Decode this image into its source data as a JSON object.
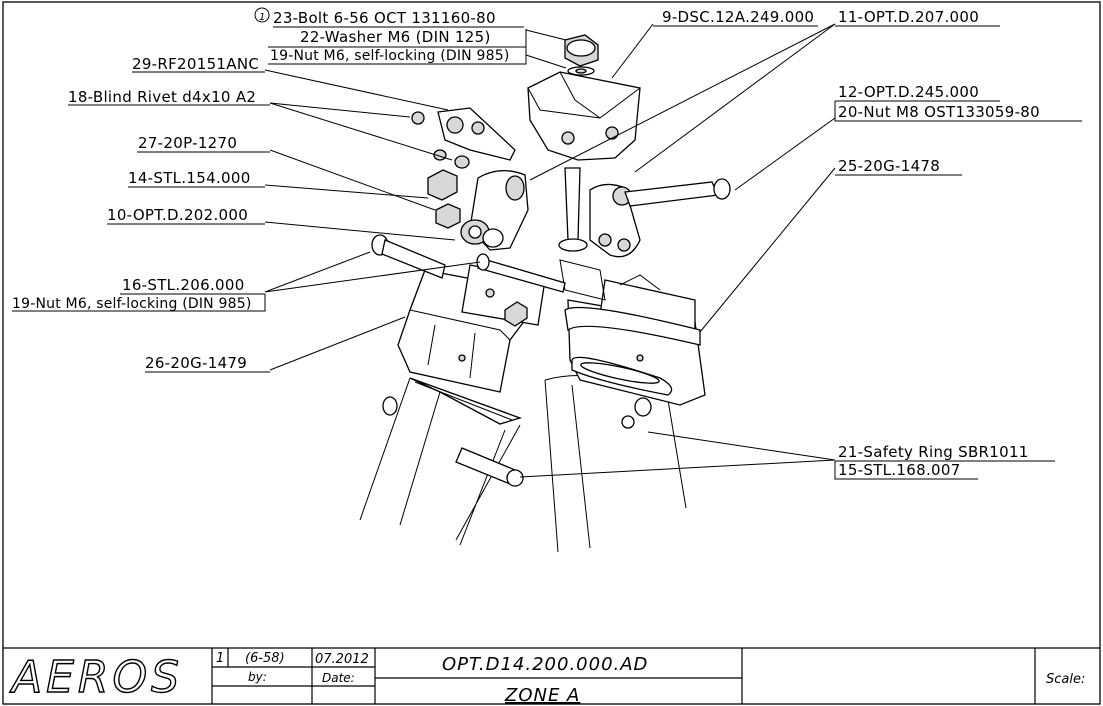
{
  "labels": {
    "l23": "23-Bolt 6-56 OCT 131160-80",
    "l23_num": "1",
    "l22": "22-Washer M6 (DIN 125)",
    "l19a": "19-Nut M6, self-locking (DIN 985)",
    "l29": "29-RF20151ANC",
    "l18": "18-Blind Rivet d4x10 A2",
    "l27": "27-20P-1270",
    "l14": "14-STL.154.000",
    "l10": "10-OPT.D.202.000",
    "l16": "16-STL.206.000",
    "l19b": "19-Nut M6, self-locking (DIN 985)",
    "l26": "26-20G-1479",
    "l9": "9-DSC.12A.249.000",
    "l11": "11-OPT.D.207.000",
    "l12": "12-OPT.D.245.000",
    "l20": "20-Nut M8 OST133059-80",
    "l25": "25-20G-1478",
    "l21": "21-Safety Ring SBR1011",
    "l15": "15-STL.168.007"
  },
  "title_block": {
    "logo": "AEROS",
    "sheet": "1",
    "sheet_range": "(6-58)",
    "by_label": "by:",
    "date_value": "07.2012",
    "date_label": "Date:",
    "drawing_number": "OPT.D14.200.000.AD",
    "zone": "ZONE A",
    "scale_label": "Scale:"
  }
}
